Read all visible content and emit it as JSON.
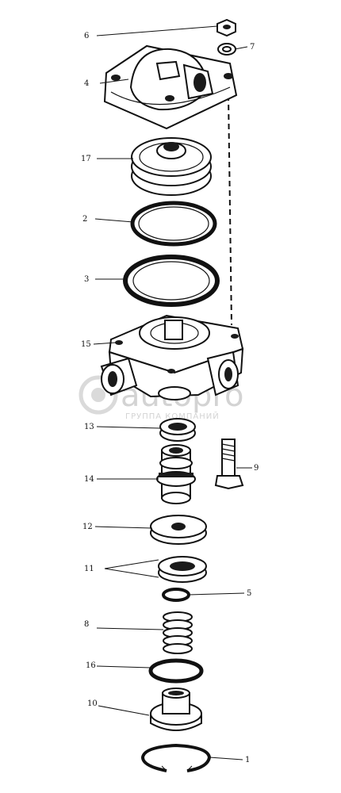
{
  "callouts": {
    "c1": "1",
    "c2": "2",
    "c3": "3",
    "c4": "4",
    "c5": "5",
    "c6": "6",
    "c7": "7",
    "c8": "8",
    "c9": "9",
    "c10": "10",
    "c11": "11",
    "c12": "12",
    "c13": "13",
    "c14": "14",
    "c15": "15",
    "c16": "16",
    "c17": "17"
  },
  "watermark": {
    "brand": "autopro",
    "tagline": "ГРУППА КОМПАНИЙ"
  }
}
